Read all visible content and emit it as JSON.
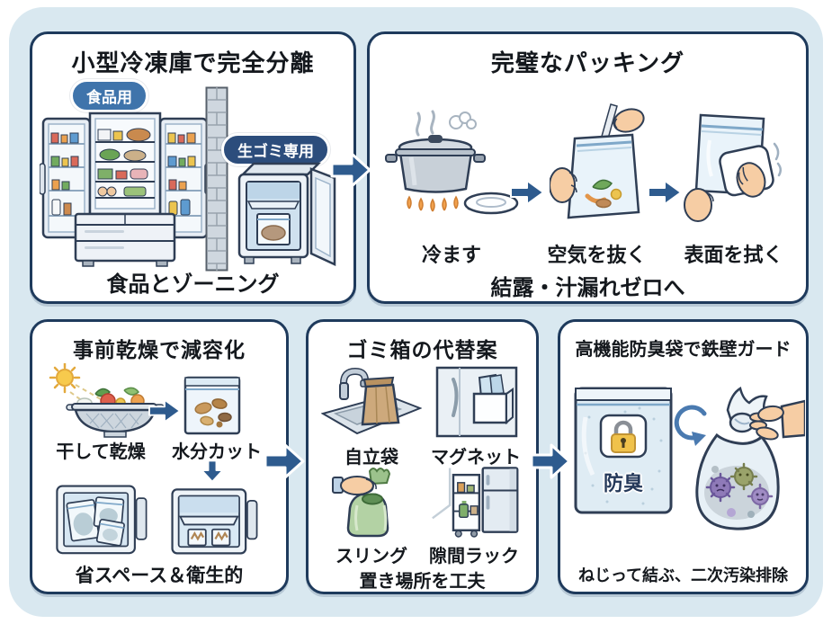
{
  "panels": {
    "separation": {
      "title": "小型冷凍庫で完全分離",
      "food_badge": "食品用",
      "waste_badge": "生ゴミ専用",
      "caption": "食品とゾーニング"
    },
    "packing": {
      "title": "完璧なパッキング",
      "steps": [
        {
          "label": "冷ます"
        },
        {
          "label": "空気を抜く"
        },
        {
          "label": "表面を拭く"
        }
      ],
      "caption": "結露・汁漏れゼロへ"
    },
    "drying": {
      "title": "事前乾燥で減容化",
      "steps": [
        {
          "label": "干して乾燥"
        },
        {
          "label": "水分カット"
        }
      ],
      "caption": "省スペース＆衛生的"
    },
    "alternatives": {
      "title": "ゴミ箱の代替案",
      "items": [
        {
          "label": "自立袋"
        },
        {
          "label": "マグネット"
        },
        {
          "label": "スリング"
        },
        {
          "label": "隙間ラック"
        }
      ],
      "caption": "置き場所を工夫"
    },
    "odor_guard": {
      "title": "高機能防臭袋で鉄壁ガード",
      "bag_label": "防臭",
      "caption": "ねじって結ぶ、二次汚染排除"
    }
  },
  "colors": {
    "card_background": "#d9e8f0",
    "panel_border": "#1e3a5c",
    "flow_arrow": "#2e5b8e",
    "food_badge": "#3f74ab",
    "waste_badge": "#2c4d7c",
    "odor_lock": "#f0c24b"
  }
}
